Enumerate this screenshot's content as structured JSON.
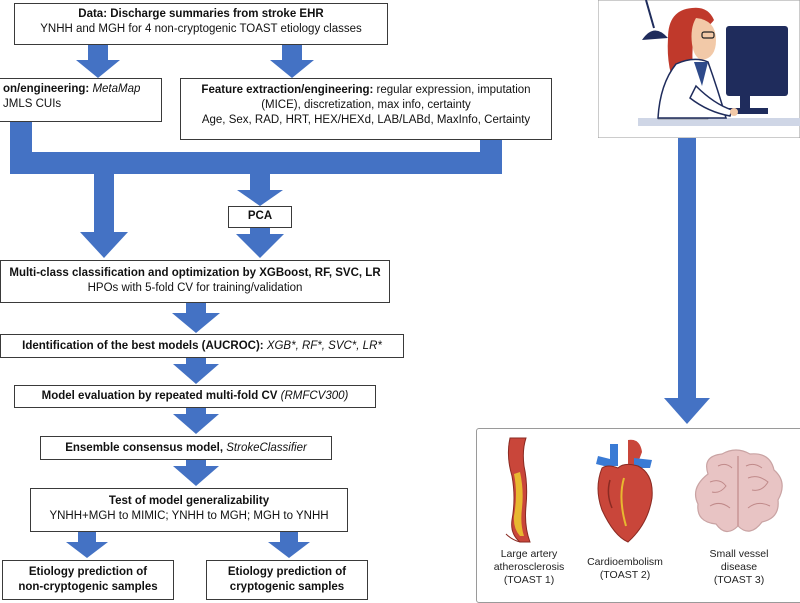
{
  "data_box": {
    "title": "Data: Discharge summaries from stroke EHR",
    "subtitle": "YNHH and MGH for 4 non-cryptogenic TOAST etiology classes"
  },
  "nlp_box": {
    "title_tail": "on/engineering: ",
    "method": "MetaMap",
    "line2": "JMLS CUIs"
  },
  "feature_box": {
    "title": "Feature extraction/engineering:",
    "line1_rest": " regular expression, imputation",
    "line2": "(MICE), discretization, max info, certainty",
    "line3": "Age, Sex, RAD, HRT, HEX/HEXd, LAB/LABd, MaxInfo, Certainty"
  },
  "pca_box": {
    "label": "PCA"
  },
  "classification_box": {
    "title": "Multi-class classification and optimization by XGBoost, RF, SVC, LR",
    "subtitle": "HPOs with 5-fold CV for training/validation"
  },
  "best_models_box": {
    "title": "Identification of the best models (AUCROC):",
    "models": " XGB*, RF*, SVC*, LR*"
  },
  "evaluation_box": {
    "title": "Model evaluation by repeated multi-fold CV",
    "abbr": "(RMFCV300)"
  },
  "ensemble_box": {
    "title": "Ensemble consensus model, ",
    "name": "StrokeClassifier"
  },
  "generalizability_box": {
    "title": "Test of model generalizability",
    "subtitle": "YNHH+MGH to MIMIC; YNHH to MGH; MGH to YNHH"
  },
  "prediction_noncrypto_box": {
    "line1": "Etiology prediction of",
    "line2": "non-cryptogenic samples"
  },
  "prediction_crypto_box": {
    "line1": "Etiology prediction of",
    "line2": "cryptogenic samples"
  },
  "etiologies": [
    {
      "line1": "Large artery",
      "line2": "atherosclerosis",
      "line3": "(TOAST 1)"
    },
    {
      "line1": "Cardioembolism",
      "line2": "(TOAST 2)",
      "line3": ""
    },
    {
      "line1": "Small vessel",
      "line2": "disease",
      "line3": "(TOAST 3)"
    }
  ],
  "colors": {
    "arrow_blue": "#4472c4",
    "monitor_blue": "#1f2c5c",
    "hair_red": "#c0392b",
    "artery_yellow": "#e8b830",
    "brain_pink": "#e8c4c4"
  },
  "icons": [
    "clinician-illustration-icon",
    "artery-icon",
    "heart-icon",
    "brain-icon"
  ]
}
